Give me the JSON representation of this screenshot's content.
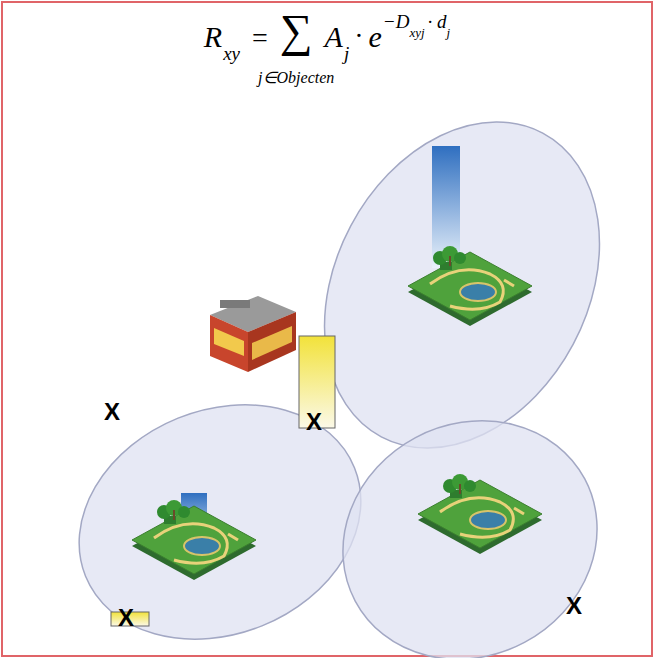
{
  "diagram": {
    "labels": [
      "R",
      "xy",
      "=",
      "∑",
      "j∈Objecten",
      "A",
      "j",
      "·",
      "e",
      "−D",
      "xyj",
      "· d",
      "j",
      "X",
      "X",
      "X",
      "X"
    ]
  }
}
